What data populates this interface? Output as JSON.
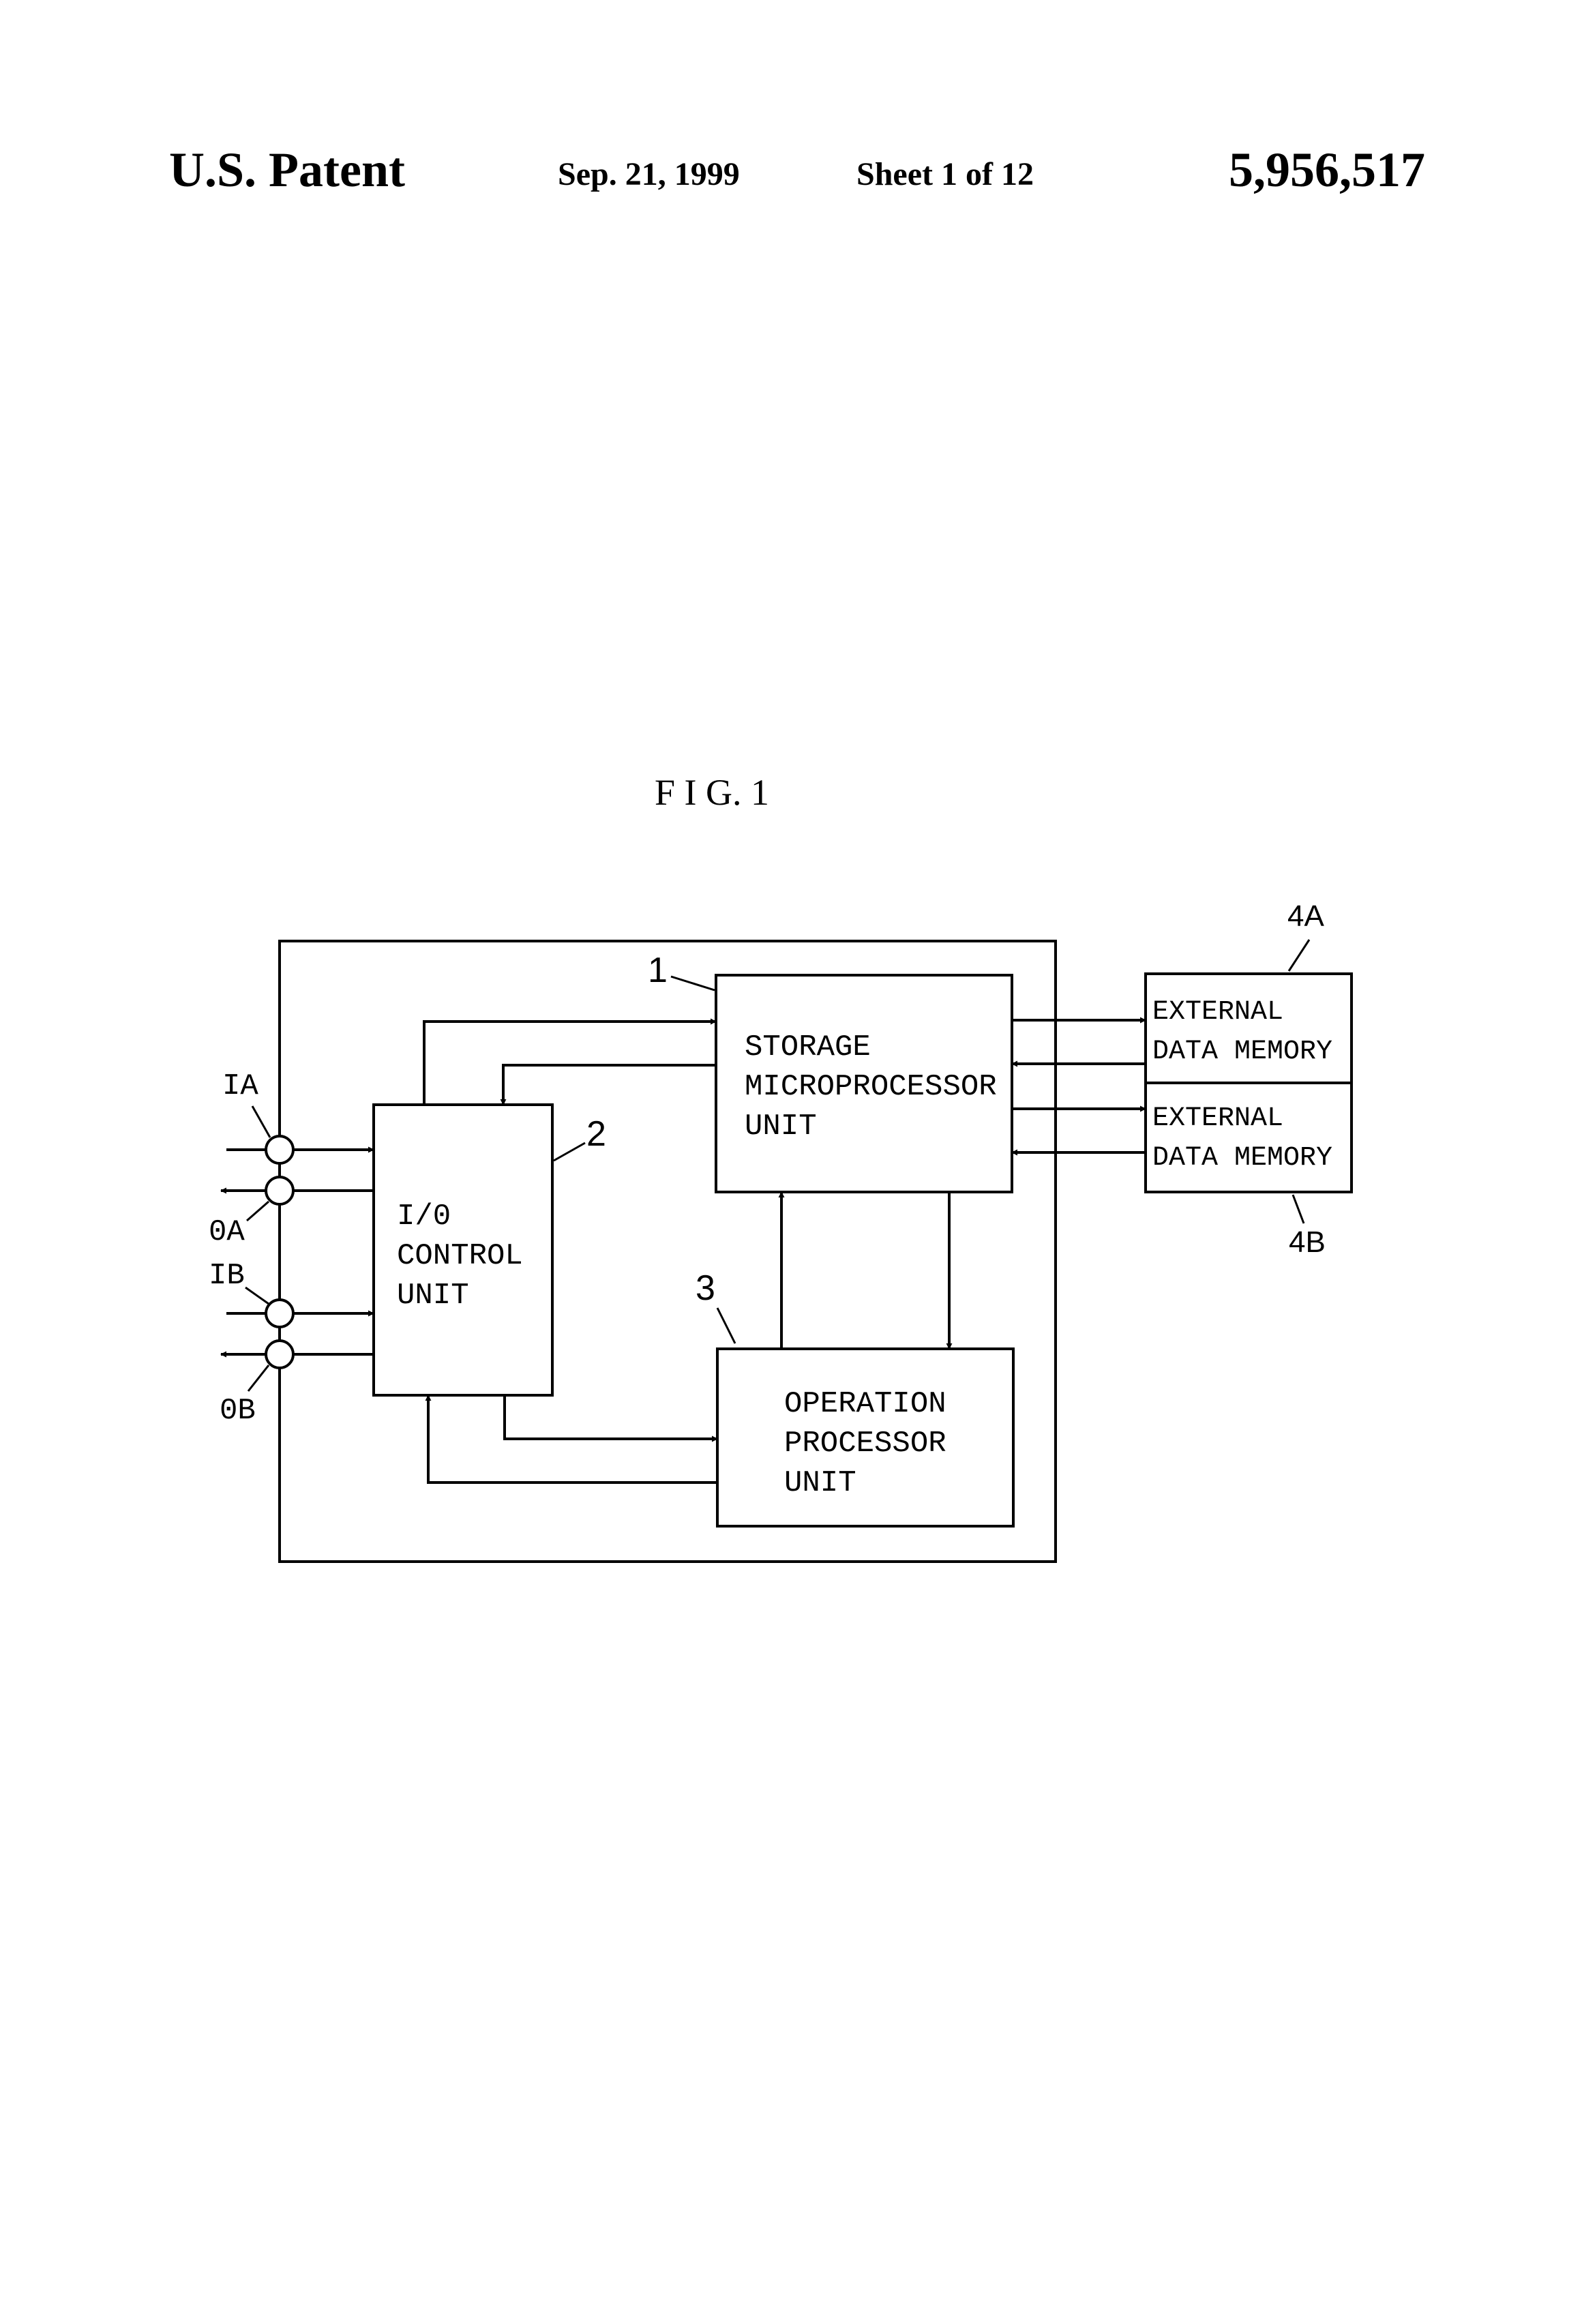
{
  "header": {
    "left": "U.S. Patent",
    "date": "Sep. 21, 1999",
    "sheet": "Sheet 1 of 12",
    "patent_number": "5,956,517"
  },
  "figure": {
    "title": "F I G.  1",
    "blocks": {
      "storage": {
        "ref": "1",
        "lines": [
          "STORAGE",
          "MICROPROCESSOR",
          "UNIT"
        ]
      },
      "io_control": {
        "ref": "2",
        "lines": [
          "I/0",
          "CONTROL",
          "UNIT"
        ]
      },
      "operation": {
        "ref": "3",
        "lines": [
          "OPERATION",
          "PROCESSOR",
          "UNIT"
        ]
      },
      "memory_a": {
        "ref": "4A",
        "lines": [
          "EXTERNAL",
          "DATA MEMORY"
        ]
      },
      "memory_b": {
        "ref": "4B",
        "lines": [
          "EXTERNAL",
          "DATA MEMORY"
        ]
      }
    },
    "ports": {
      "ia": "IA",
      "oa": "0A",
      "ib": "IB",
      "ob": "0B"
    }
  }
}
